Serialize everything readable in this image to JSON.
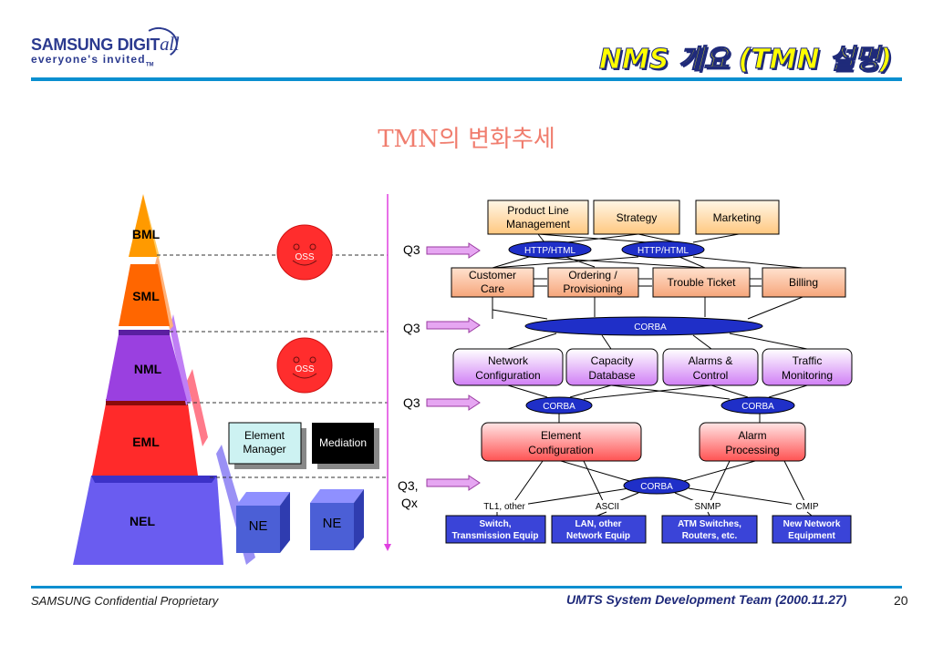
{
  "header": {
    "logo_brand": "SAMSUNG DIGIT",
    "logo_brand_script": "all",
    "logo_tagline": "everyone's invited",
    "logo_tm": "TM",
    "title": "NMS 개요 (TMN 설명)"
  },
  "subtitle": "TMN의 변화추세",
  "pyramid": {
    "layers": [
      "BML",
      "SML",
      "NML",
      "EML",
      "NEL"
    ],
    "colors": {
      "bml": "#ff9a00",
      "sml": "#ff6600",
      "nml": "#9a40e0",
      "eml": "#ff2a2a",
      "nel": "#6a5cf0"
    }
  },
  "oss": [
    "OSS",
    "OSS"
  ],
  "left_boxes": {
    "element_manager_line1": "Element",
    "element_manager_line2": "Manager",
    "mediation": "Mediation",
    "ne": [
      "NE",
      "NE"
    ]
  },
  "interfaces": [
    {
      "line1": "Q3",
      "line2": ""
    },
    {
      "line1": "Q3",
      "line2": ""
    },
    {
      "line1": "Q3",
      "line2": ""
    },
    {
      "line1": "Q3,",
      "line2": "Qx"
    }
  ],
  "business": [
    {
      "line1": "Product Line",
      "line2": "Management"
    },
    {
      "line1": "Strategy",
      "line2": ""
    },
    {
      "line1": "Marketing",
      "line2": ""
    }
  ],
  "http": [
    "HTTP/HTML",
    "HTTP/HTML"
  ],
  "service": [
    {
      "line1": "Customer",
      "line2": "Care"
    },
    {
      "line1": "Ordering /",
      "line2": "Provisioning"
    },
    {
      "line1": "Trouble Ticket",
      "line2": ""
    },
    {
      "line1": "Billing",
      "line2": ""
    }
  ],
  "corba_labels": [
    "CORBA",
    "CORBA",
    "CORBA",
    "CORBA"
  ],
  "network": [
    {
      "line1": "Network",
      "line2": "Configuration"
    },
    {
      "line1": "Capacity",
      "line2": "Database"
    },
    {
      "line1": "Alarms &",
      "line2": "Control"
    },
    {
      "line1": "Traffic",
      "line2": "Monitoring"
    }
  ],
  "element": [
    {
      "line1": "Element",
      "line2": "Configuration"
    },
    {
      "line1": "Alarm",
      "line2": "Processing"
    }
  ],
  "protocols": [
    "TL1, other",
    "ASCII",
    "SNMP",
    "CMIP"
  ],
  "equipment": [
    {
      "line1": "Switch,",
      "line2": "Transmission Equip"
    },
    {
      "line1": "LAN, other",
      "line2": "Network Equip"
    },
    {
      "line1": "ATM Switches,",
      "line2": "Routers, etc."
    },
    {
      "line1": "New Network",
      "line2": "Equipment"
    }
  ],
  "footer": {
    "left": "SAMSUNG Confidential  Proprietary",
    "right": "UMTS System Development Team (2000.11.27)",
    "page": "20"
  }
}
